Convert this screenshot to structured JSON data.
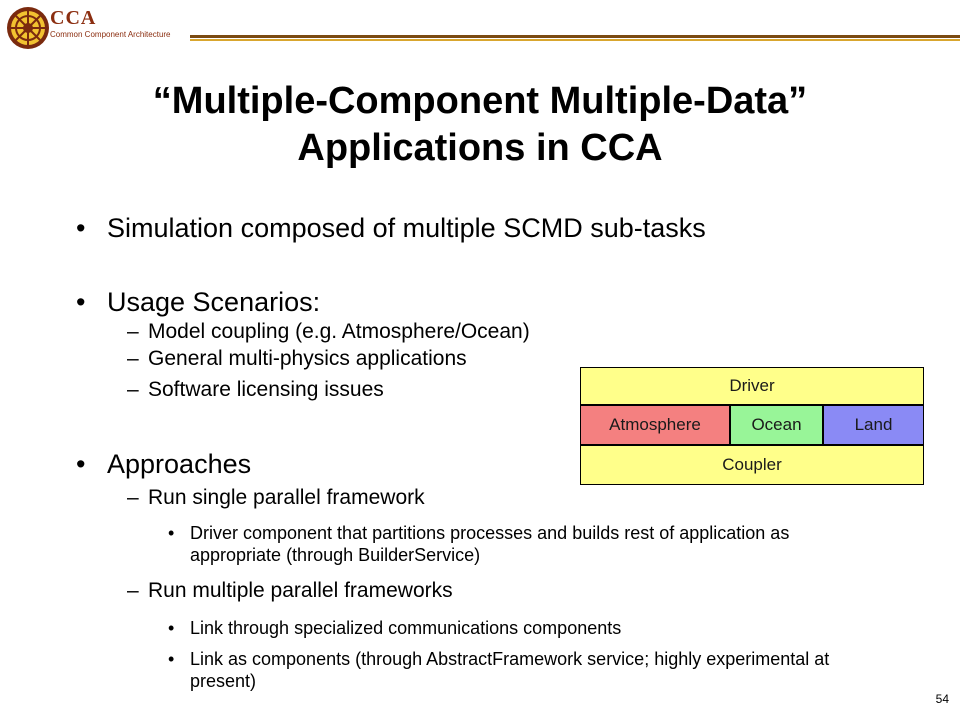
{
  "header": {
    "logo_text": "CCA",
    "logo_subtitle": "Common Component Architecture",
    "colors": {
      "brand": "#8b2e10",
      "rule_dark": "#7a4a12",
      "rule_gold": "#d9a62e"
    }
  },
  "slide": {
    "title_line1": "“Multiple-Component Multiple-Data”",
    "title_line2": "Applications in CCA",
    "bullets": [
      {
        "text": "Simulation composed of multiple SCMD sub-tasks"
      },
      {
        "text": "Usage Scenarios:",
        "sub": [
          "Model coupling (e.g. Atmosphere/Ocean)",
          "General multi-physics applications",
          "Software licensing issues"
        ]
      },
      {
        "text": "Approaches",
        "sub": [
          {
            "text": "Run single parallel framework",
            "sub": [
              "Driver component that partitions processes and builds rest of application as appropriate (through BuilderService)"
            ]
          },
          {
            "text": "Run multiple parallel frameworks",
            "sub": [
              "Link through specialized communications components",
              "Link as components (through AbstractFramework service; highly experimental at present)"
            ]
          }
        ]
      }
    ],
    "bullet_glyph": "•",
    "dash_glyph": "–",
    "page_number": "54"
  },
  "diagram": {
    "driver": "Driver",
    "atmosphere": "Atmosphere",
    "ocean": "Ocean",
    "land": "Land",
    "coupler": "Coupler",
    "colors": {
      "driver": "#ffff8a",
      "atmosphere": "#f48080",
      "ocean": "#98f598",
      "land": "#8a8af5",
      "coupler": "#ffff8a"
    }
  }
}
